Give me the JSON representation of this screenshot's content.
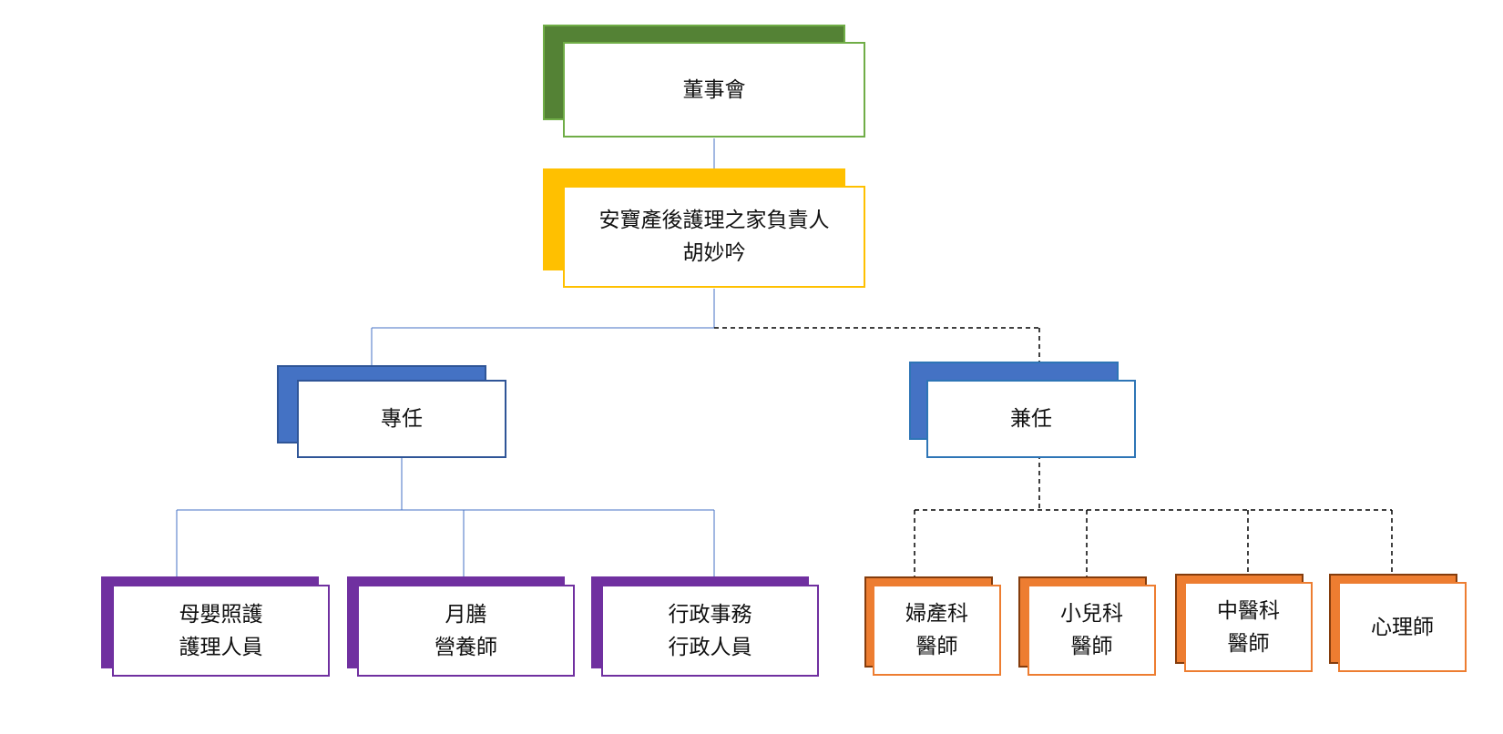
{
  "diagram": {
    "board": {
      "lines": [
        "董事會"
      ],
      "fill": "#548235",
      "border": "#70ad47"
    },
    "director": {
      "lines": [
        "安寶產後護理之家負責人",
        "胡妙吟"
      ],
      "fill": "#ffc000",
      "border": "#ffc000"
    },
    "fulltime": {
      "lines": [
        "專任"
      ],
      "fill": "#4472c4",
      "border": "#2f5597"
    },
    "parttime": {
      "lines": [
        "兼任"
      ],
      "fill": "#4472c4",
      "border": "#2e75b6"
    },
    "staff": [
      {
        "lines": [
          "母嬰照護",
          "護理人員"
        ]
      },
      {
        "lines": [
          "月膳",
          "營養師"
        ]
      },
      {
        "lines": [
          "行政事務",
          "行政人員"
        ]
      }
    ],
    "doctors": [
      {
        "lines": [
          "婦產科",
          "醫師"
        ]
      },
      {
        "lines": [
          "小兒科",
          "醫師"
        ]
      },
      {
        "lines": [
          "中醫科",
          "醫師"
        ]
      },
      {
        "lines": [
          "心理師"
        ]
      }
    ],
    "staff_fill": "#7030a0",
    "doctor_fill": "#ed7d31",
    "solid_line_color": "#4472c4",
    "dashed_line_color": "#000000"
  }
}
